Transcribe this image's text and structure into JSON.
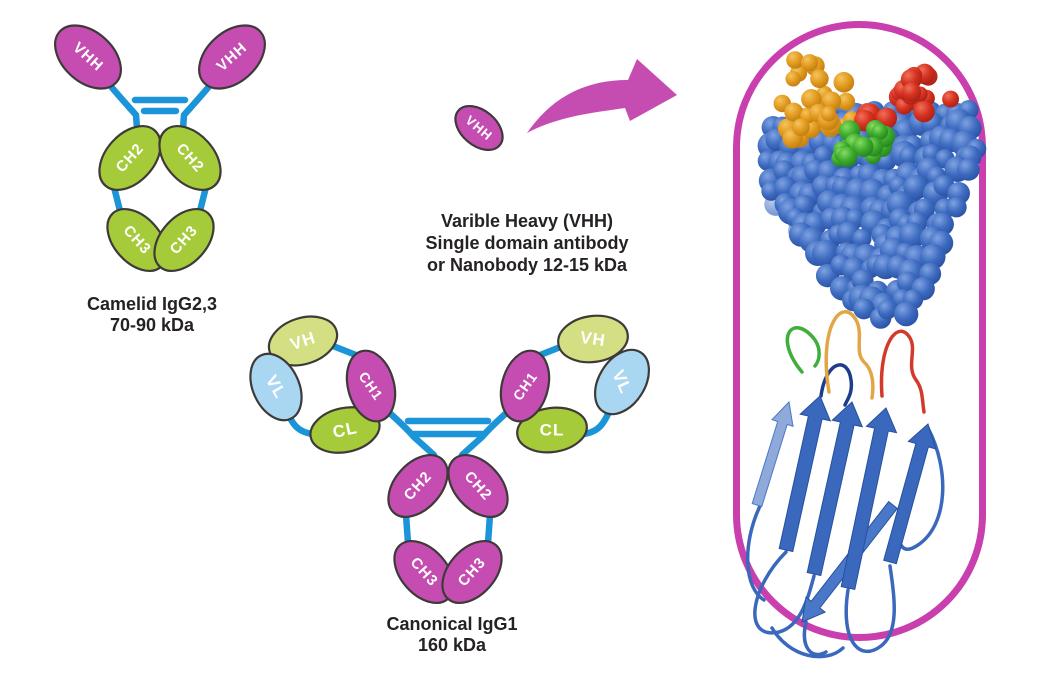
{
  "camelid": {
    "domains": {
      "vhh_left": "VHH",
      "vhh_right": "VHH",
      "ch2_left": "CH2",
      "ch2_right": "CH2",
      "ch3_left": "CH3",
      "ch3_right": "CH3"
    },
    "label": "Camelid IgG2,3",
    "mass": "70-90 kDa"
  },
  "nanobody": {
    "domain": "VHH",
    "caption_line1": "Varible Heavy (VHH)",
    "caption_line2": "Single domain antibody",
    "caption_line3": "or Nanobody 12-15 kDa"
  },
  "canonical": {
    "domains": {
      "vh_left": "VH",
      "vl_left": "VL",
      "ch1_left": "CH1",
      "cl_left": "CL",
      "vh_right": "VH",
      "vl_right": "VL",
      "ch1_right": "CH1",
      "cl_right": "CL",
      "ch2_left": "CH2",
      "ch2_right": "CH2",
      "ch3_left": "CH3",
      "ch3_right": "CH3"
    },
    "label": "Canonical IgG1",
    "mass": "160 kDa"
  },
  "colors": {
    "magenta": "#C54DB2",
    "domain_green": "#A6CB3A",
    "pale_green": "#D3DF82",
    "light_blue": "#A9D7F2",
    "connector_blue": "#1B94D8",
    "outline": "#3D3A38",
    "label_text": "#262223",
    "arrow_magenta": "#C54DB2",
    "panel_border": "#C93FAD",
    "model_blue": "#3E6CC0",
    "model_blue_light": "#8CA7DB",
    "model_orange": "#E29A1F",
    "model_red": "#D5301F",
    "model_green": "#3BAA2D",
    "ribbon_blue": "#3A68BC",
    "ribbon_blue_dark": "#27509F",
    "ribbon_blue_light": "#8FA9DA",
    "ribbon_blue_mid": "#4A78C8",
    "loop_green": "#3FAE3C",
    "loop_orange": "#E2A646",
    "loop_red": "#D23A2C",
    "loop_navy": "#1E3C8C"
  }
}
